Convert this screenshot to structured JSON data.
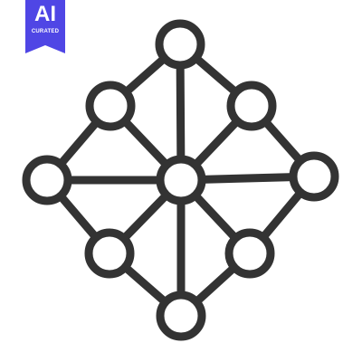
{
  "badge": {
    "main_text": "AI",
    "sub_text": "CURATED",
    "color": "#4f46e5"
  },
  "icon": {
    "name": "network-hub-icon",
    "stroke_color": "#333333",
    "fill_color": "#ffffff",
    "nodes": [
      {
        "id": "center",
        "label": "center-node"
      },
      {
        "id": "top",
        "label": "top-node"
      },
      {
        "id": "upper-left",
        "label": "upper-left-node"
      },
      {
        "id": "upper-right",
        "label": "upper-right-node"
      },
      {
        "id": "left",
        "label": "left-node"
      },
      {
        "id": "right",
        "label": "right-node"
      },
      {
        "id": "lower-left",
        "label": "lower-left-node"
      },
      {
        "id": "lower-right",
        "label": "lower-right-node"
      },
      {
        "id": "bottom",
        "label": "bottom-node"
      }
    ],
    "edges": [
      [
        "center",
        "top"
      ],
      [
        "center",
        "upper-left"
      ],
      [
        "center",
        "upper-right"
      ],
      [
        "center",
        "left"
      ],
      [
        "center",
        "right"
      ],
      [
        "center",
        "lower-left"
      ],
      [
        "center",
        "lower-right"
      ],
      [
        "center",
        "bottom"
      ],
      [
        "top",
        "upper-left"
      ],
      [
        "upper-left",
        "left"
      ],
      [
        "left",
        "lower-left"
      ],
      [
        "lower-left",
        "bottom"
      ],
      [
        "bottom",
        "lower-right"
      ],
      [
        "lower-right",
        "right"
      ],
      [
        "right",
        "upper-right"
      ],
      [
        "upper-right",
        "top"
      ]
    ]
  }
}
